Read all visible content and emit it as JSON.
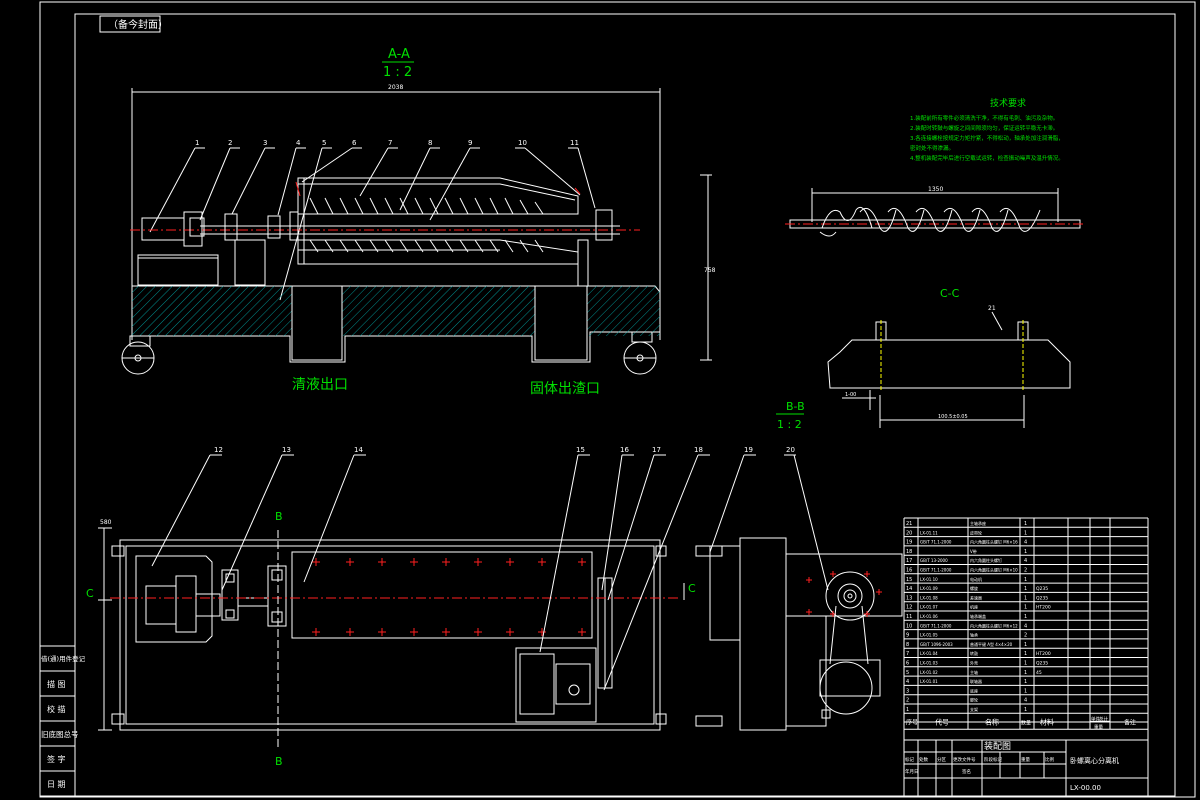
{
  "header_tag": "（备今封面）",
  "section_aa": {
    "title": "A-A",
    "scale": "1 : 2"
  },
  "section_bb": {
    "title": "B-B",
    "scale": "1 : 2"
  },
  "section_cc": {
    "title": "C-C"
  },
  "outlet_liquid": "清液出口",
  "outlet_solid": "固体出渣口",
  "dims": {
    "overall_width": "2038",
    "overall_height": "758",
    "screw_length": "1350",
    "plan_height": "580",
    "cc_small": "1-00",
    "cc_span": "100.5±0.05"
  },
  "callouts_top": [
    "1",
    "2",
    "3",
    "4",
    "5",
    "6",
    "7",
    "8",
    "9",
    "10",
    "11"
  ],
  "callouts_bottom": [
    "12",
    "13",
    "14",
    "15",
    "16",
    "17",
    "18",
    "19",
    "20"
  ],
  "plan_marks": {
    "b_top": "B",
    "b_bottom": "B",
    "c_left": "C",
    "c_right": "C"
  },
  "cc_callout": "21",
  "tech_req": {
    "title": "技术要求",
    "lines": [
      "1.装配前所有零件必须清洗干净，不得有毛刺、油污及杂物。",
      "2.装配时转鼓与螺旋之间间隙须均匀，保证运转平稳无卡滞。",
      "3.各连接螺栓按规定力矩拧紧，不得松动，轴承处加注润滑脂，",
      "  密封处不得渗漏。",
      "4.整机装配完毕后进行空载试运转，检查振动噪声及温升情况。"
    ]
  },
  "bom": {
    "rows": [
      {
        "no": "21",
        "code": "",
        "name": "主轴承座",
        "qty": "1",
        "mat": ""
      },
      {
        "no": "20",
        "code": "LX-01.11",
        "name": "皮带轮",
        "qty": "1",
        "mat": ""
      },
      {
        "no": "19",
        "code": "GB/T 71.1-2000",
        "name": "内六角圆柱头螺钉 M6×16",
        "qty": "4",
        "mat": ""
      },
      {
        "no": "18",
        "code": "",
        "name": "V带",
        "qty": "1",
        "mat": ""
      },
      {
        "no": "17",
        "code": "GB/T 13-2000",
        "name": "内六角圆柱头螺钉",
        "qty": "4",
        "mat": ""
      },
      {
        "no": "16",
        "code": "GB/T 71.1-2000",
        "name": "内六角圆柱头螺钉 M6×10",
        "qty": "2",
        "mat": ""
      },
      {
        "no": "15",
        "code": "LX-01.10",
        "name": "电动机",
        "qty": "1",
        "mat": ""
      },
      {
        "no": "14",
        "code": "LX-01.09",
        "name": "螺旋",
        "qty": "1",
        "mat": "Q235"
      },
      {
        "no": "13",
        "code": "LX-01.08",
        "name": "差速器",
        "qty": "1",
        "mat": "Q235"
      },
      {
        "no": "12",
        "code": "LX-01.07",
        "name": "机座",
        "qty": "1",
        "mat": "HT200"
      },
      {
        "no": "11",
        "code": "LX-01.06",
        "name": "轴承端盖",
        "qty": "1",
        "mat": ""
      },
      {
        "no": "10",
        "code": "GB/T 71.1-2000",
        "name": "内六角圆柱头螺钉 M6×12",
        "qty": "4",
        "mat": ""
      },
      {
        "no": "9",
        "code": "LX-01.05",
        "name": "轴承",
        "qty": "2",
        "mat": ""
      },
      {
        "no": "8",
        "code": "GB/T 1096-2003",
        "name": "普通平键 A型 4×4×20",
        "qty": "1",
        "mat": ""
      },
      {
        "no": "7",
        "code": "LX-01.04",
        "name": "转鼓",
        "qty": "1",
        "mat": "HT200"
      },
      {
        "no": "6",
        "code": "LX-01.03",
        "name": "外壳",
        "qty": "1",
        "mat": "Q235"
      },
      {
        "no": "5",
        "code": "LX-01.02",
        "name": "主轴",
        "qty": "1",
        "mat": "45"
      },
      {
        "no": "4",
        "code": "LX-01.01",
        "name": "联轴器",
        "qty": "1",
        "mat": ""
      },
      {
        "no": "3",
        "code": "",
        "name": "底座",
        "qty": "1",
        "mat": ""
      },
      {
        "no": "2",
        "code": "",
        "name": "脚轮",
        "qty": "4",
        "mat": ""
      },
      {
        "no": "1",
        "code": "",
        "name": "支架",
        "qty": "1",
        "mat": ""
      }
    ],
    "header": {
      "no": "序号",
      "code": "代号",
      "name": "名称",
      "qty": "数量",
      "mat": "材料",
      "w1": "单件",
      "w2": "总计",
      "w3": "重量",
      "note": "备注"
    }
  },
  "title_block": {
    "drawing_name": "装配图",
    "product": "卧螺离心分离机",
    "drawing_no": "LX-00.00",
    "labels": [
      "标记",
      "处数",
      "分区",
      "更改文件号",
      "签名",
      "年月日"
    ],
    "labels2": [
      "阶段标记",
      "重量",
      "比例"
    ]
  },
  "left_strip": [
    "借(通)用件登记",
    "描 图",
    "校 描",
    "旧底图总号",
    "签 字",
    "日 期"
  ]
}
